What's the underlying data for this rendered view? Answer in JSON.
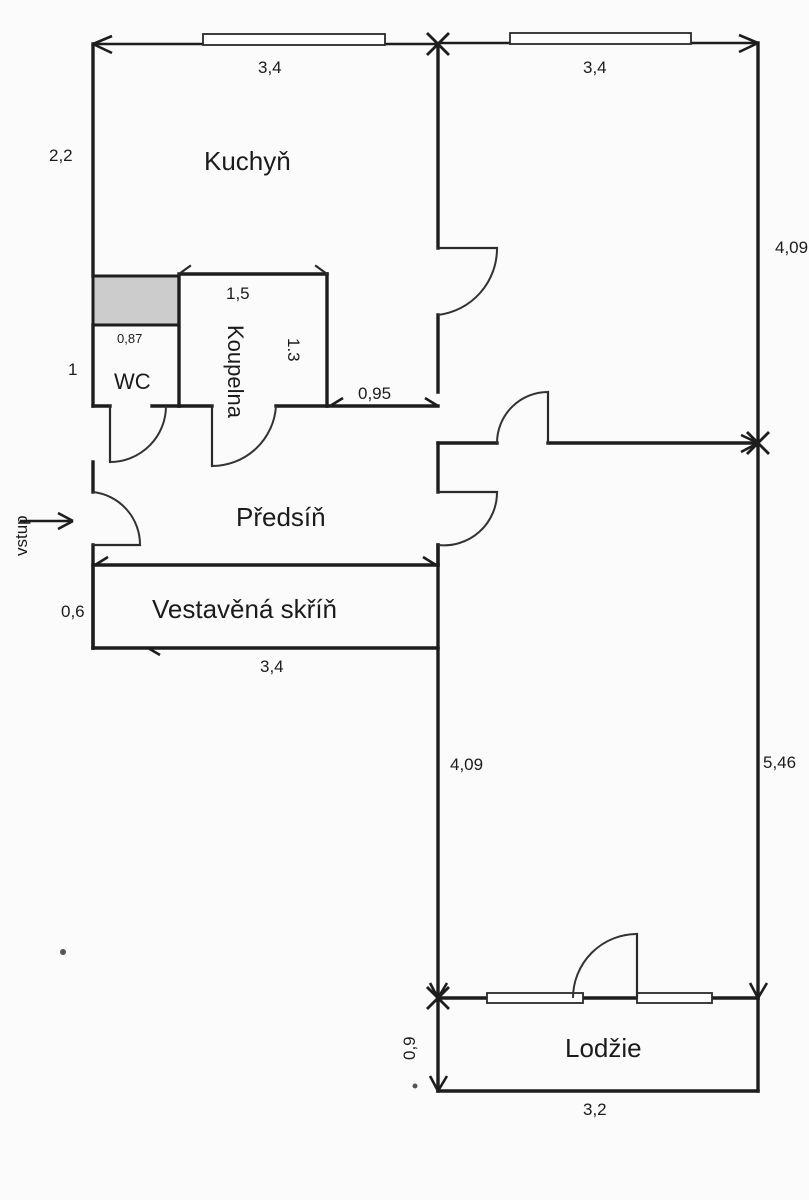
{
  "document": {
    "type": "floor-plan",
    "language": "cs",
    "units": "meters"
  },
  "rooms": [
    {
      "id": "kuchyn",
      "label": "Kuchyň"
    },
    {
      "id": "wc",
      "label": "WC"
    },
    {
      "id": "koupelna",
      "label": "Koupelna"
    },
    {
      "id": "predsin",
      "label": "Předsíň"
    },
    {
      "id": "skrin",
      "label": "Vestavěná skříň"
    },
    {
      "id": "lodzie",
      "label": "Lodžie"
    }
  ],
  "entrance": {
    "label": "vstup"
  },
  "dimensions": {
    "kuchyn_top": "3,4",
    "kuchyn_left": "2,2",
    "right_room_top": "3,4",
    "right_room_right_upper": "4,09",
    "wc_left": "1",
    "wc_width": "0,87",
    "koupelna_top": "1,5",
    "koupelna_right": "1.3",
    "predsin_gap": "0,95",
    "skrin_left": "0,6",
    "skrin_bottom": "3,4",
    "hall_right_lower": "4,09",
    "outer_right": "5,46",
    "lodzie_left": "0,9",
    "lodzie_bottom": "3,2"
  },
  "colors": {
    "wall": "#1d1d1d",
    "fill_gray": "#cccccc",
    "background": "#fbfbfb",
    "door": "#333333"
  }
}
